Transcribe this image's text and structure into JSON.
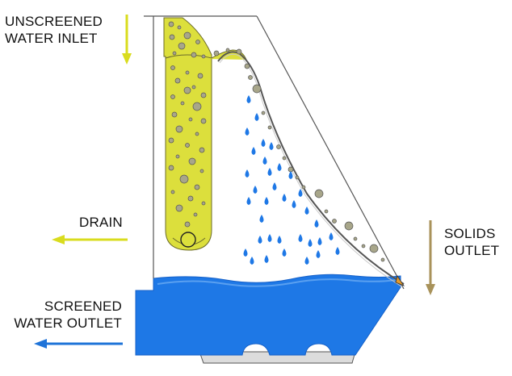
{
  "labels": {
    "inlet": [
      "UNSCREENED",
      "WATER INLET"
    ],
    "drain": [
      "DRAIN"
    ],
    "solids": [
      "SOLIDS",
      "OUTLET"
    ],
    "outlet": [
      "SCREENED",
      "WATER OUTLET"
    ]
  },
  "colors": {
    "inlet_arrow": "#d9dc1e",
    "drain_arrow": "#d9dc1e",
    "solids_arrow": "#a8925a",
    "outlet_arrow": "#1e73d8",
    "water": "#1e78e6",
    "water_dark": "#1560c8",
    "sludge": "#dcdf3c",
    "particle": "#a8a68a",
    "housing_stroke": "#555555"
  },
  "icons": {
    "inlet_arrow": "arrow-down-icon",
    "drain_arrow": "arrow-left-icon",
    "solids_arrow": "arrow-down-icon",
    "outlet_arrow": "arrow-left-icon"
  }
}
